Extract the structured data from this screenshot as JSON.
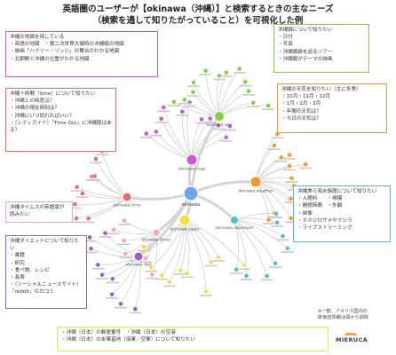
{
  "title": {
    "line1": "英語圏のユーザーが【okinawa（沖縄）】と検索するときの主なニーズ",
    "line2": "（検索を通して知りたがっていること）を可視化した例"
  },
  "boxes": {
    "map": {
      "header": "沖縄の地図を探している",
      "items": [
        "英語の地図　・第二次世界大戦時の沖縄戦の地図",
        "映画「ハクソー・リッジ」の舞台がわかる地図",
        "北朝鮮と沖縄の位置がわかる地図"
      ]
    },
    "war": {
      "header": "沖縄戦について知りたい",
      "items": [
        "日付",
        "写真",
        "沖縄戦跡を巡るツアー",
        "沖縄戦がテーマの映画"
      ]
    },
    "time": {
      "header": "沖縄＋時間（time）について知りたい",
      "items": [
        "沖縄との時差は？",
        "沖縄の現在時刻は？",
        "沖縄にいつ訪れればいい？",
        "（シティガイド）「Time Out」に沖縄版はある？"
      ]
    },
    "weather": {
      "header": "沖縄の天気を知りたい（主に冬季）",
      "items": [
        "10月・11月・12月",
        "1月・2月・3月",
        "年間の天気は？",
        "今日の天気は？"
      ]
    },
    "aquarium": {
      "header": "沖縄美ら海水族館について知りたい",
      "items": [
        "入館料　　・規模",
        "開館時間　・外観",
        "映像",
        "ホホジロザメやクジラ",
        "ライブストリーミング"
      ]
    },
    "times": {
      "header": "沖縄タイムスの英語版が読みたい",
      "items": []
    },
    "diet": {
      "header": "沖縄ダイエットについて知りたい",
      "items": [
        "書籍",
        "研究",
        "食べ物、レシピ",
        "長寿",
        "（ソーシャルニュースサイト）「reddit」のロコミ"
      ]
    },
    "bottom": {
      "items": [
        "沖縄（日本）の郵便番号　・沖縄（日本）の空港",
        "沖縄（日本）の米軍基地（海軍／空軍）について知りたい"
      ]
    }
  },
  "note": {
    "line1": "※一部、アメリカ国内の",
    "line2": "飲食店情報は図から削除"
  },
  "logo": "MIERUCA",
  "center_label": "okinawa",
  "hubs": [
    {
      "label": "okinawa map",
      "color": "#c85ad6"
    },
    {
      "label": "okinawa weather",
      "color": "#f39a2a"
    },
    {
      "label": "okinawa war",
      "color": "#7fd33f"
    },
    {
      "label": "okinawa diet",
      "color": "#9b5bd4"
    },
    {
      "label": "okinawa time",
      "color": "#ef6b6b"
    },
    {
      "label": "okinawa japan",
      "color": "#f3e23a"
    },
    {
      "label": "okinawa aquarium",
      "color": "#48c4c6"
    },
    {
      "label": "okinawa times",
      "color": "#f0a2c7"
    }
  ],
  "colors": {
    "center": "#6aa6ee",
    "map_border": "#c85ad6",
    "war_border": "#7fd33f",
    "time_border": "#ef6b6b",
    "weather_border": "#f39a2a",
    "aquarium_border": "#48c4c6",
    "times_border": "#f0a2c7",
    "diet_border": "#9b5bd4",
    "bottom_border": "#f3e23a",
    "edge": "#d4d4d4"
  }
}
